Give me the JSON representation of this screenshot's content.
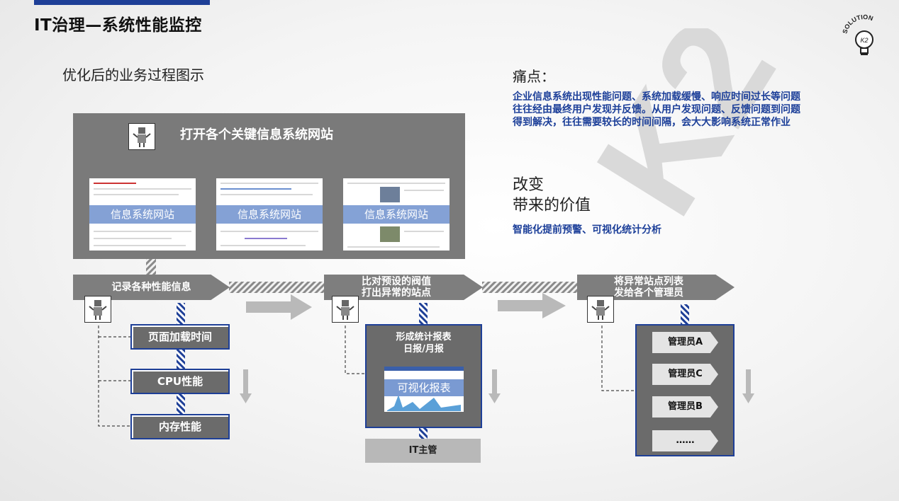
{
  "title": "IT治理—系统性能监控",
  "subtitle": "优化后的业务过程图示",
  "pain": {
    "heading": "痛点：",
    "text": "企业信息系统出现性能问题、系统加载缓慢、响应时间过长等问题往往经由最终用户发现并反馈。从用户发现问题、反馈问题到问题得到解决，往往需要较长的时间间隔，会大大影响系统正常作业"
  },
  "change": {
    "heading_line1": "改变",
    "heading_line2": "带来的价值",
    "text": "智能化提前预警、可视化统计分析"
  },
  "logo": {
    "text": "SOLUTION",
    "mark": "K2"
  },
  "watermark": "K2",
  "top_panel": {
    "title": "打开各个关键信息系统网站",
    "sites": [
      "信息系统网站",
      "信息系统网站",
      "信息系统网站"
    ]
  },
  "stage1": {
    "label": "记录各种性能信息",
    "items": [
      "页面加载时间",
      "CPU性能",
      "内存性能"
    ]
  },
  "stage2": {
    "label_line1": "比对预设的阀值",
    "label_line2": "打出异常的站点",
    "report_line1": "形成统计报表",
    "report_line2": "日报/月报",
    "report_band": "可视化报表",
    "it_manager": "IT主管"
  },
  "stage3": {
    "label_line1": "将异常站点列表",
    "label_line2": "发给各个管理员",
    "managers": [
      "管理员A",
      "管理员C",
      "管理员B",
      "……"
    ]
  },
  "colors": {
    "brand_blue": "#1e3f97",
    "panel_gray": "#7a7a7a",
    "band_blue": "#7a9ad2"
  }
}
